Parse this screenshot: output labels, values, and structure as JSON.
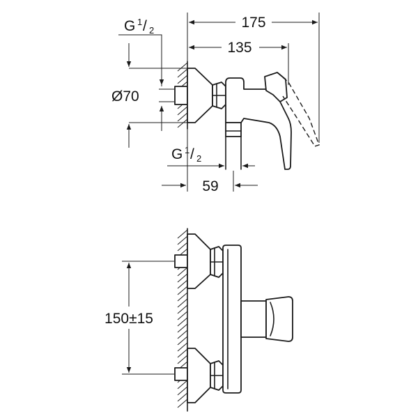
{
  "top_view": {
    "dim_overall": "175",
    "dim_center": "135",
    "dim_outlet": "59",
    "dim_rosette": "Ø70",
    "thread_inlet": {
      "g": "G",
      "num": "1",
      "slash": "/",
      "den": "2"
    },
    "thread_outlet": {
      "g": "G",
      "num": "1",
      "slash": "/",
      "den": "2"
    }
  },
  "front_view": {
    "dim_spacing": "150±15"
  },
  "colors": {
    "line": "#1a1a1a",
    "background": "#ffffff"
  }
}
